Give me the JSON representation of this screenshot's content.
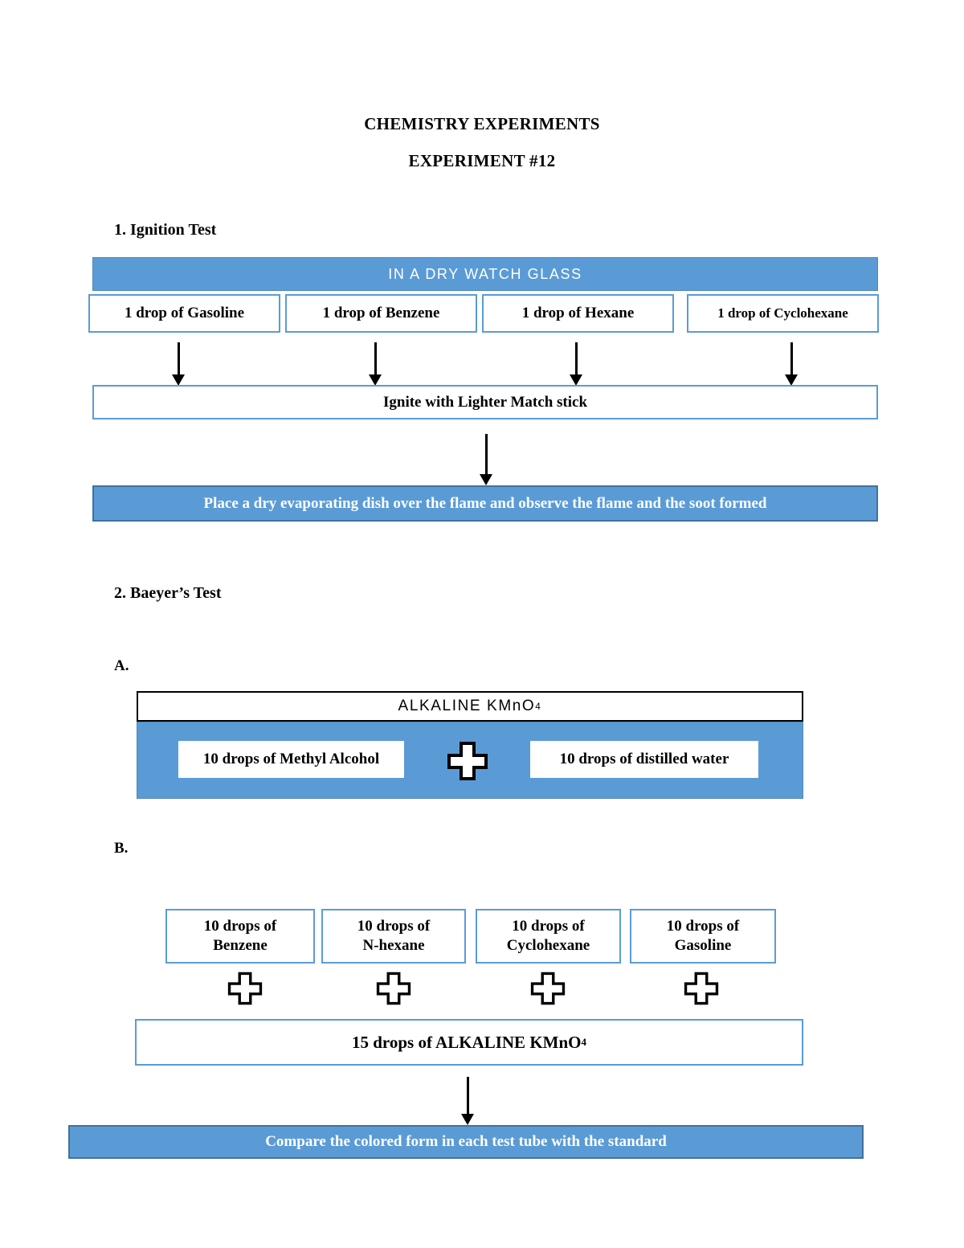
{
  "document": {
    "title_main": "CHEMISTRY EXPERIMENTS",
    "title_sub": "EXPERIMENT #12"
  },
  "section_1": {
    "heading": "1. Ignition Test",
    "banner": "IN A DRY WATCH GLASS",
    "samples": [
      {
        "label": "1 drop of Gasoline"
      },
      {
        "label": "1 drop of Benzene"
      },
      {
        "label": "1 drop of Hexane"
      },
      {
        "label": "1 drop of Cyclohexane"
      }
    ],
    "step_ignite": "Ignite with Lighter Match stick",
    "step_result": "Place a dry evaporating dish over the flame and observe the flame and the soot formed"
  },
  "section_2": {
    "heading": "2. Baeyer’s Test",
    "part_a": {
      "label": "A.",
      "header": "ALKALINE KMnO",
      "header_sub": "4",
      "left_box": "10 drops of Methyl Alcohol",
      "plus": "plus-icon",
      "right_box": "10 drops of distilled water"
    },
    "part_b": {
      "label": "B.",
      "samples": [
        {
          "line1": "10 drops of",
          "line2": "Benzene"
        },
        {
          "line1": "10 drops of",
          "line2": "N-hexane"
        },
        {
          "line1": "10 drops of",
          "line2": "Cyclohexane"
        },
        {
          "line1": "10 drops of",
          "line2": "Gasoline"
        }
      ],
      "reagent": "15 drops of ALKALINE KMnO",
      "reagent_sub": "4",
      "result": "Compare the colored form in each test tube with the standard"
    }
  },
  "colors": {
    "accent_blue": "#5B9BD5",
    "accent_blue_dark": "#41719C",
    "text": "#000000",
    "on_accent": "#FFFFFF"
  }
}
